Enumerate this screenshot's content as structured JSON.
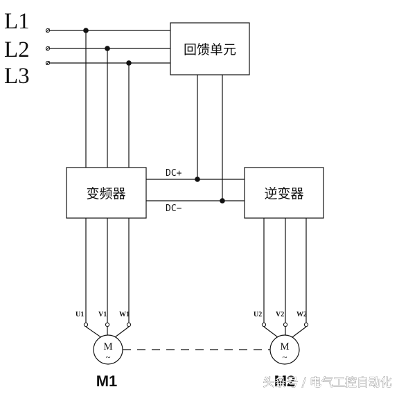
{
  "lines": {
    "l1": "L1",
    "l2": "L2",
    "l3": "L3"
  },
  "blocks": {
    "feedback_unit": "回馈单元",
    "vfd": "变频器",
    "inverter": "逆变器"
  },
  "bus": {
    "dc_plus": "DC+",
    "dc_minus": "DC−"
  },
  "motor1": {
    "u": "U1",
    "v": "V1",
    "w": "W1",
    "symbol": "M",
    "ac": "~",
    "name": "M1"
  },
  "motor2": {
    "u": "U2",
    "v": "V2",
    "w": "W2",
    "symbol": "M",
    "ac": "~",
    "name": "M2"
  },
  "watermark": "头条号 / 电气工控自动化"
}
